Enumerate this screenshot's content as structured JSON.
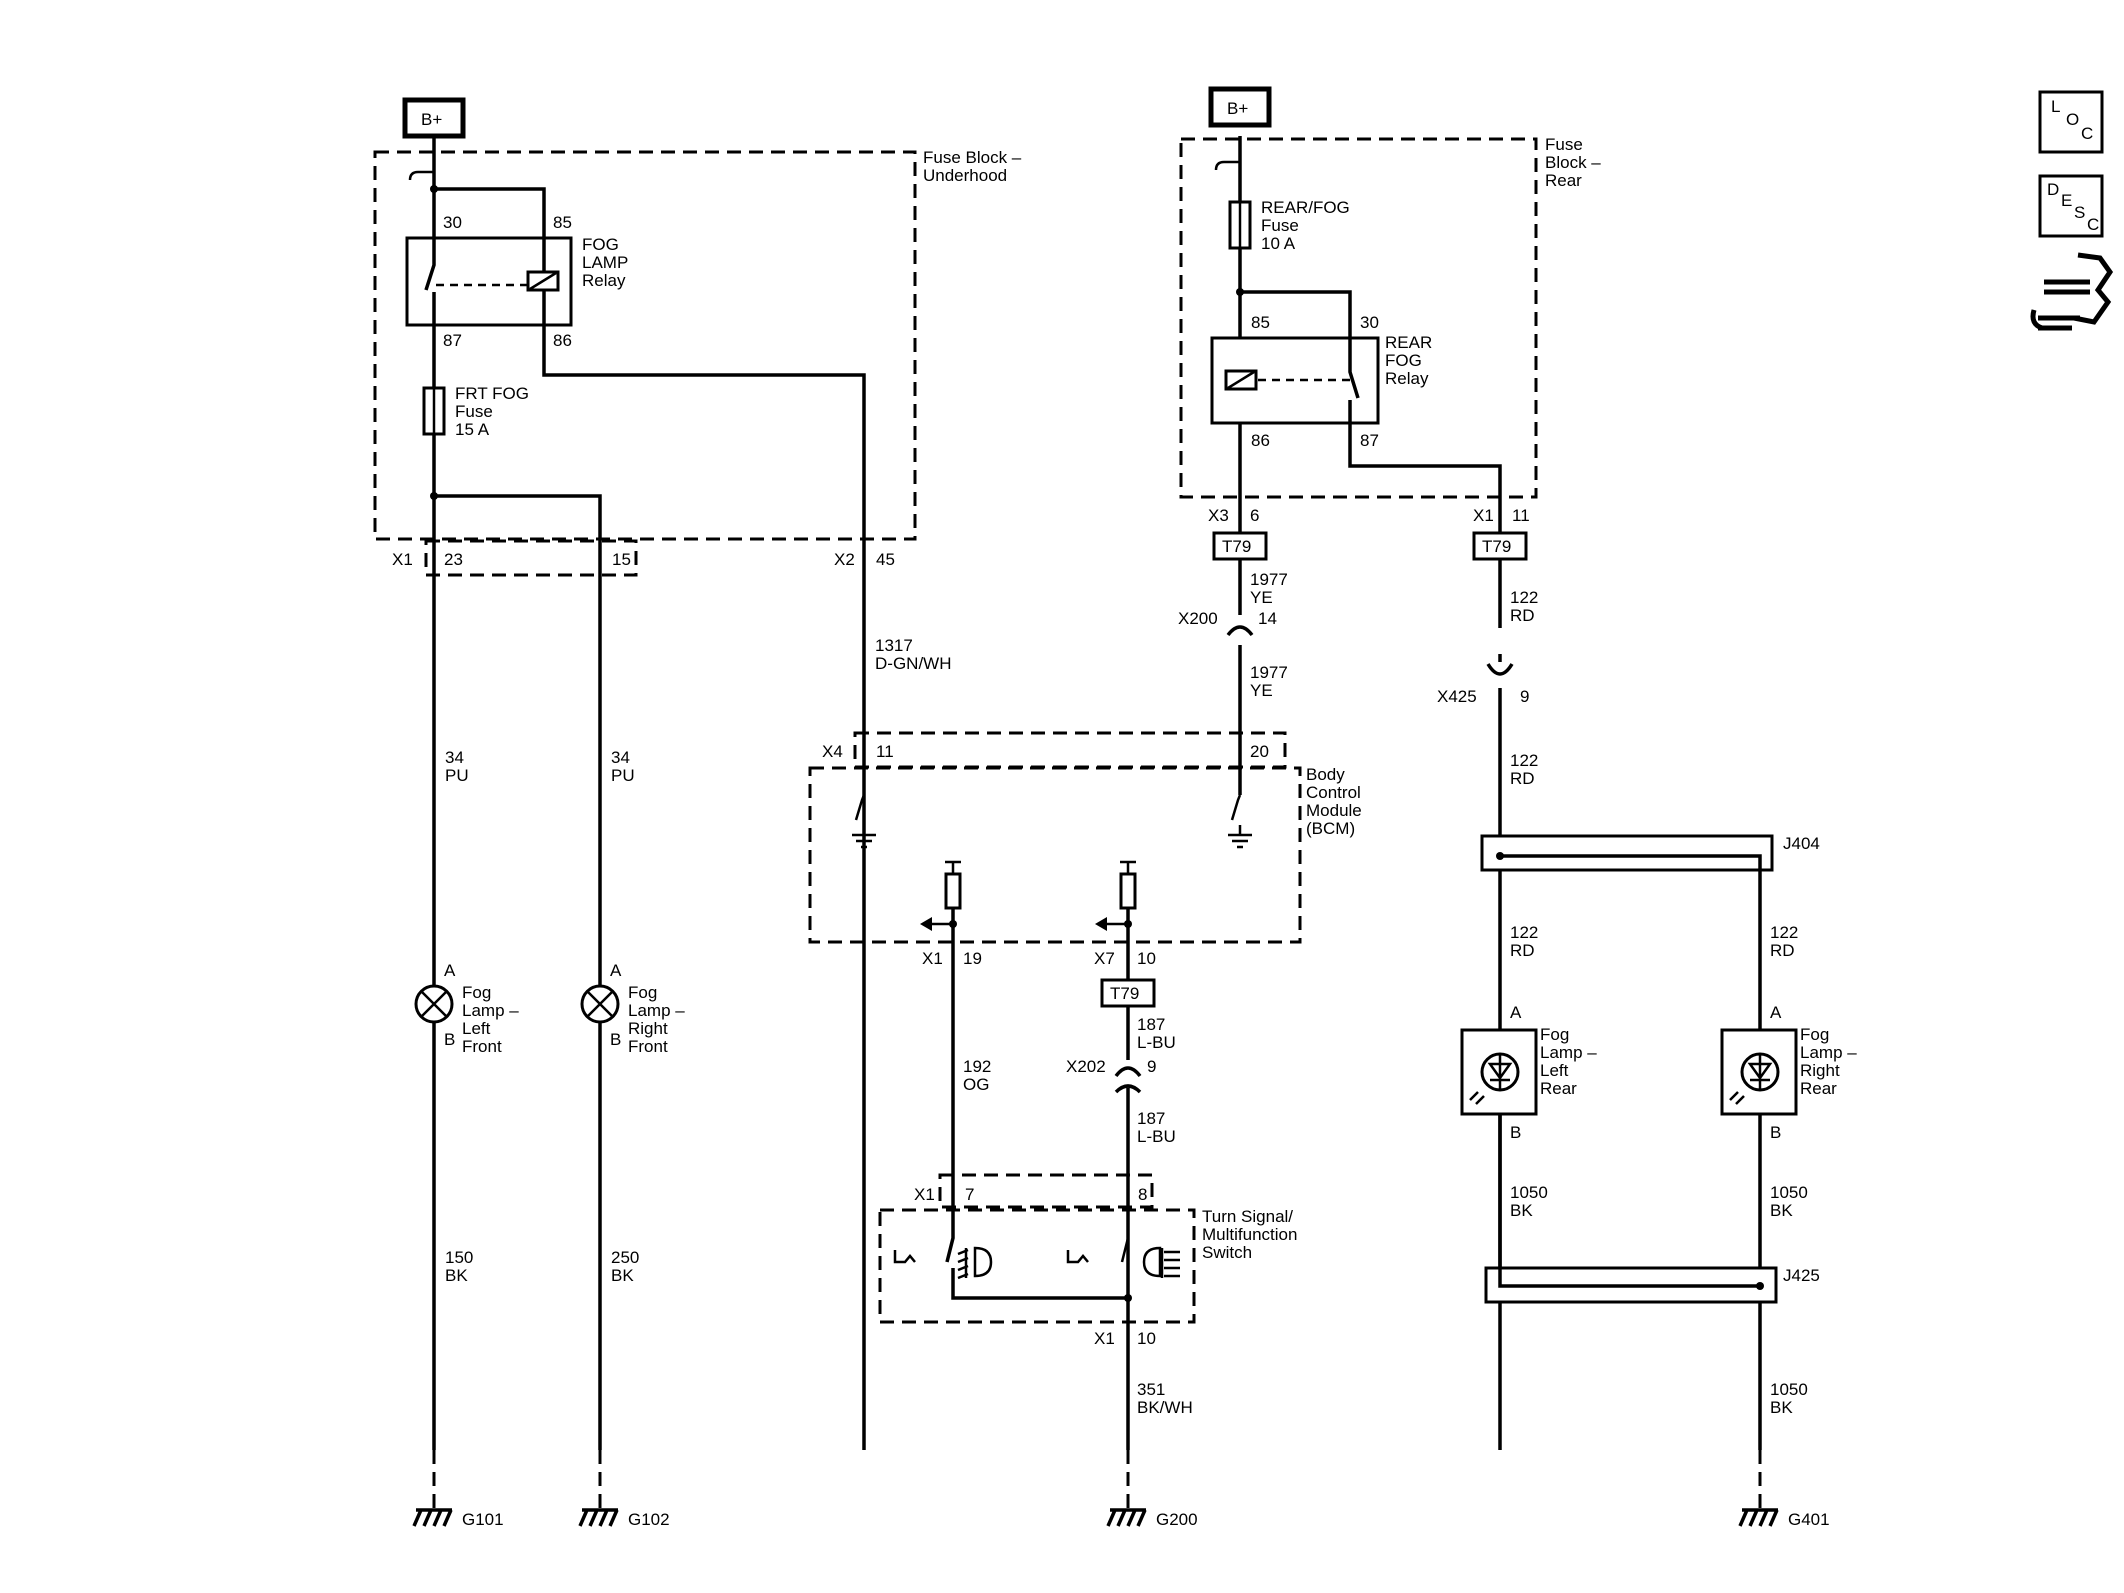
{
  "power": {
    "bplus_left": "B+",
    "bplus_right": "B+"
  },
  "fuse_blocks": {
    "underhood": [
      "Fuse Block –",
      "Underhood"
    ],
    "rear": [
      "Fuse",
      "Block –",
      "Rear"
    ]
  },
  "fog_lamp_relay": {
    "name": [
      "FOG",
      "LAMP",
      "Relay"
    ],
    "pin30": "30",
    "pin85": "85",
    "pin87": "87",
    "pin86": "86"
  },
  "frt_fog_fuse": [
    "FRT FOG",
    "Fuse",
    "15 A"
  ],
  "rear_fog_fuse": [
    "REAR/FOG",
    "Fuse",
    "10 A"
  ],
  "rear_fog_relay": {
    "name": [
      "REAR",
      "FOG",
      "Relay"
    ],
    "pin85": "85",
    "pin30": "30",
    "pin86": "86",
    "pin87": "87"
  },
  "connectors": {
    "x1_underhood": "X1",
    "x1_pin23": "23",
    "x1_pin15": "15",
    "x2_underhood": "X2",
    "x2_pin45": "45",
    "x3_rear": "X3",
    "x3_pin6": "6",
    "x1_rear": "X1",
    "x1_rear_pin11": "11",
    "x200": "X200",
    "x200_pin": "14",
    "x425": "X425",
    "x425_pin": "9",
    "x4": "X4",
    "x4_pin11": "11",
    "x4_pin20": "20",
    "x1_bcm": "X1",
    "x1_bcm_pin19": "19",
    "x7_bcm": "X7",
    "x7_bcm_pin10": "10",
    "x202": "X202",
    "x202_pin": "9",
    "x1_sw": "X1",
    "x1_sw_pin7": "7",
    "x1_sw_pin8": "8",
    "x1_sw_bottom": "X1",
    "x1_sw_pin10": "10",
    "j404": "J404",
    "j425": "J425"
  },
  "tags": {
    "t79_a": "T79",
    "t79_b": "T79",
    "t79_c": "T79"
  },
  "wires": {
    "w1317": [
      "1317",
      "D-GN/WH"
    ],
    "w1977_a": [
      "1977",
      "YE"
    ],
    "w1977_b": [
      "1977",
      "YE"
    ],
    "w122_a": [
      "122",
      "RD"
    ],
    "w122_b": [
      "122",
      "RD"
    ],
    "w122_c": [
      "122",
      "RD"
    ],
    "w122_d": [
      "122",
      "RD"
    ],
    "w34_a": [
      "34",
      "PU"
    ],
    "w34_b": [
      "34",
      "PU"
    ],
    "w150": [
      "150",
      "BK"
    ],
    "w250": [
      "250",
      "BK"
    ],
    "w192": [
      "192",
      "OG"
    ],
    "w187_a": [
      "187",
      "L-BU"
    ],
    "w187_b": [
      "187",
      "L-BU"
    ],
    "w351": [
      "351",
      "BK/WH"
    ],
    "w1050_a": [
      "1050",
      "BK"
    ],
    "w1050_b": [
      "1050",
      "BK"
    ],
    "w1050_c": [
      "1050",
      "BK"
    ]
  },
  "bcm": [
    "Body",
    "Control",
    "Module",
    "(BCM)"
  ],
  "turn_switch": [
    "Turn Signal/",
    "Multifunction",
    "Switch"
  ],
  "lamps": {
    "left_front": [
      "Fog",
      "Lamp –",
      "Left",
      "Front"
    ],
    "right_front": [
      "Fog",
      "Lamp –",
      "Right",
      "Front"
    ],
    "left_rear": [
      "Fog",
      "Lamp –",
      "Left",
      "Rear"
    ],
    "right_rear": [
      "Fog",
      "Lamp –",
      "Right",
      "Rear"
    ],
    "pin_a": "A",
    "pin_b": "B"
  },
  "grounds": {
    "g101": "G101",
    "g102": "G102",
    "g200": "G200",
    "g401": "G401"
  },
  "side_icons": {
    "loc": [
      "L",
      "O",
      "C"
    ],
    "desc": [
      "D",
      "E",
      "S",
      "C"
    ],
    "icons": [
      "loc-icon",
      "desc-icon",
      "connector-view-icon"
    ]
  }
}
